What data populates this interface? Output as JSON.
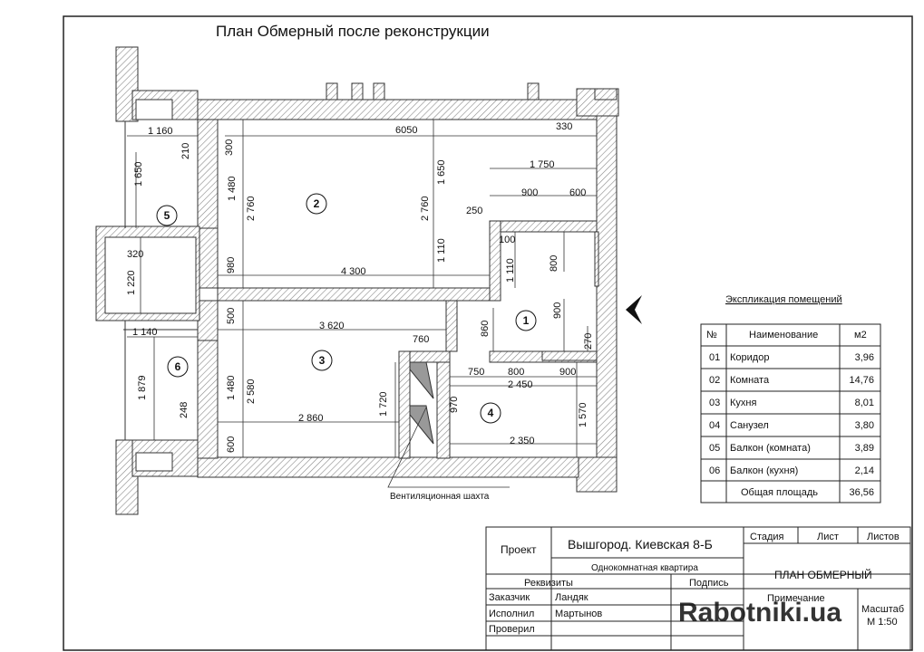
{
  "title": "План Обмерный после реконструкции",
  "rooms": [
    "1",
    "2",
    "3",
    "4",
    "5",
    "6"
  ],
  "dimensions": {
    "d6050": "6050",
    "d330": "330",
    "d1160": "1 160",
    "d210": "210",
    "d300": "300",
    "d1750": "1 750",
    "d900a": "900",
    "d600a": "600",
    "d1650a": "1 650",
    "d1480a": "1 480",
    "d2760a": "2 760",
    "d2760b": "2 760",
    "d1650b": "1 650",
    "d250": "250",
    "d320": "320",
    "d1220": "1 220",
    "d980": "980",
    "d1110a": "1 110",
    "d100": "100",
    "d1110b": "1 110",
    "d800a": "800",
    "d4300": "4 300",
    "d900b": "900",
    "d500": "500",
    "d3620": "3 620",
    "d860": "860",
    "d270": "270",
    "d760": "760",
    "d1140": "1 140",
    "d750": "750",
    "d800b": "800",
    "d900c": "900",
    "d2450": "2 450",
    "d1879": "1 879",
    "d1480b": "1 480",
    "d2580": "2 580",
    "d1720": "1 720",
    "d970": "970",
    "d1570": "1 570",
    "d248": "248",
    "d2860": "2 860",
    "d600b": "600",
    "d2350": "2 350"
  },
  "vent_label": "Вентиляционная шахта",
  "explication": {
    "title": "Экспликация помещений",
    "headers": [
      "№",
      "Наименование",
      "м2"
    ],
    "rows": [
      [
        "01",
        "Коридор",
        "3,96"
      ],
      [
        "02",
        "Комната",
        "14,76"
      ],
      [
        "03",
        "Кухня",
        "8,01"
      ],
      [
        "04",
        "Санузел",
        "3,80"
      ],
      [
        "05",
        "Балкон (комната)",
        "3,89"
      ],
      [
        "06",
        "Балкон (кухня)",
        "2,14"
      ]
    ],
    "total_label": "Общая площадь",
    "total_value": "36,56"
  },
  "titleblock": {
    "project": "Проект",
    "address": "Вышгород. Киевская 8-Б",
    "stage": "Стадия",
    "sheet": "Лист",
    "sheets": "Листов",
    "apartment": "Однокомнатная квартира",
    "plan": "ПЛАН ОБМЕРНЫЙ",
    "details": "Реквизиты",
    "signature": "Подпись",
    "note": "Примечание",
    "customer_label": "Заказчик",
    "customer": "Ландяк",
    "executor_label": "Исполнил",
    "executor": "Мартынов",
    "checked_label": "Проверил",
    "scale_label": "Масштаб",
    "scale": "М 1:50"
  },
  "watermark": "Rabotniki.ua"
}
